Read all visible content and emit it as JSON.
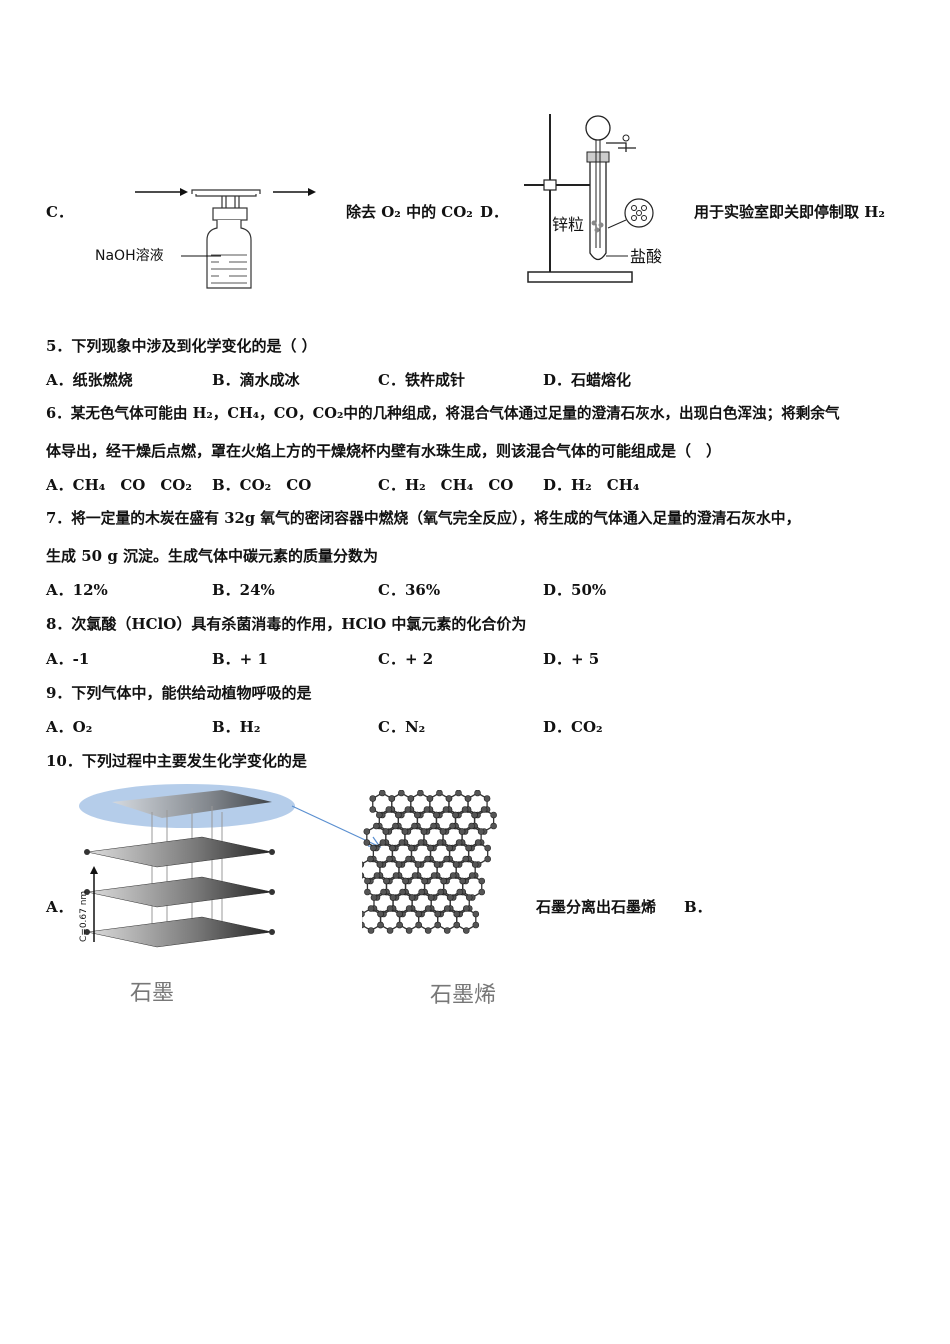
{
  "q4": {
    "c_label": "C．",
    "c_text": "除去 O₂ 中的 CO₂",
    "d_label": "D．",
    "d_text": "用于实验室即关即停制取 H₂",
    "fig_c_label": "NaOH溶液",
    "fig_d_label_zinc": "锌粒",
    "fig_d_label_acid": "盐酸"
  },
  "q5": {
    "stem": "5．下列现象中涉及到化学变化的是（ ）",
    "options": [
      "A．纸张燃烧",
      "B．滴水成冰",
      "C．铁杵成针",
      "D．石蜡熔化"
    ]
  },
  "q6": {
    "stem_line1": "6．某无色气体可能由 H₂，CH₄，CO，CO₂中的几种组成，将混合气体通过足量的澄清石灰水，出现白色浑浊；将剩余气",
    "stem_line2": "体导出，经干燥后点燃，罩在火焰上方的干燥烧杯内壁有水珠生成，则该混合气体的可能组成是（　）",
    "options": [
      "A．CH₄　CO　CO₂",
      "B．CO₂　CO",
      "C．H₂　CH₄　CO",
      "D．H₂　CH₄"
    ]
  },
  "q7": {
    "stem_line1": "7．将一定量的木炭在盛有 32g 氧气的密闭容器中燃烧（氧气完全反应），将生成的气体通入足量的澄清石灰水中，",
    "stem_line2": "生成 50 g 沉淀。生成气体中碳元素的质量分数为",
    "options": [
      "A．12%",
      "B．24%",
      "C．36%",
      "D．50%"
    ]
  },
  "q8": {
    "stem": "8．次氯酸（HClO）具有杀菌消毒的作用，HClO 中氯元素的化合价为",
    "options": [
      "A．-1",
      "B．+ 1",
      "C．+ 2",
      "D．+ 5"
    ]
  },
  "q9": {
    "stem": "9．下列气体中，能供给动植物呼吸的是",
    "options": [
      "A．O₂",
      "B．H₂",
      "C．N₂",
      "D．CO₂"
    ]
  },
  "q10": {
    "stem": "10．下列过程中主要发生化学变化的是",
    "a_label": "A．",
    "a_text": "石墨分离出石墨烯",
    "b_label": "B．",
    "fig_graphite_label": "石墨",
    "fig_graphene_label": "石墨烯",
    "fig_axis_label": "C=0.67 nm"
  }
}
